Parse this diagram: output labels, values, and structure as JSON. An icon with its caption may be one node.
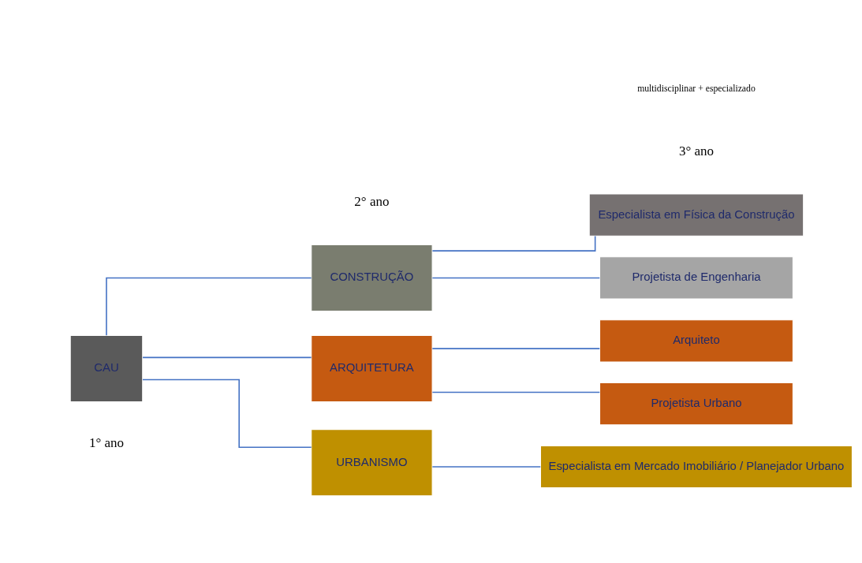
{
  "diagram": {
    "nodes": [
      {
        "text": [
          "CAU"
        ]
      },
      {
        "text": [
          "CONSTRUÇÃO"
        ]
      },
      {
        "text": [
          "ARQUITETURA"
        ]
      },
      {
        "text": [
          "URBANISMO"
        ]
      },
      {
        "text": [
          "Especialista em Física da Construção"
        ]
      },
      {
        "text": [
          "Projetista de Engenharia"
        ]
      },
      {
        "text": [
          "Arquiteto"
        ]
      },
      {
        "text": [
          "Projetista Urbano"
        ]
      },
      {
        "text": [
          "Especialista em Mercado Imobiliário / Planejador Urbano"
        ]
      }
    ],
    "edges": [
      {
        "from": 0,
        "to": 1,
        "arrow": "none"
      },
      {
        "from": 0,
        "to": 2,
        "arrow": "none"
      },
      {
        "from": 0,
        "to": 3,
        "arrow": "none"
      },
      {
        "from": 1,
        "to": 4,
        "arrow": "none"
      },
      {
        "from": 1,
        "to": 5,
        "arrow": "none"
      },
      {
        "from": 2,
        "to": 6,
        "arrow": "none"
      },
      {
        "from": 2,
        "to": 7,
        "arrow": "none"
      },
      {
        "from": 3,
        "to": 8,
        "arrow": "none"
      }
    ],
    "labels": [
      "1° ano",
      "2° ano",
      "3° ano",
      "multidisciplinar + especializado"
    ]
  }
}
